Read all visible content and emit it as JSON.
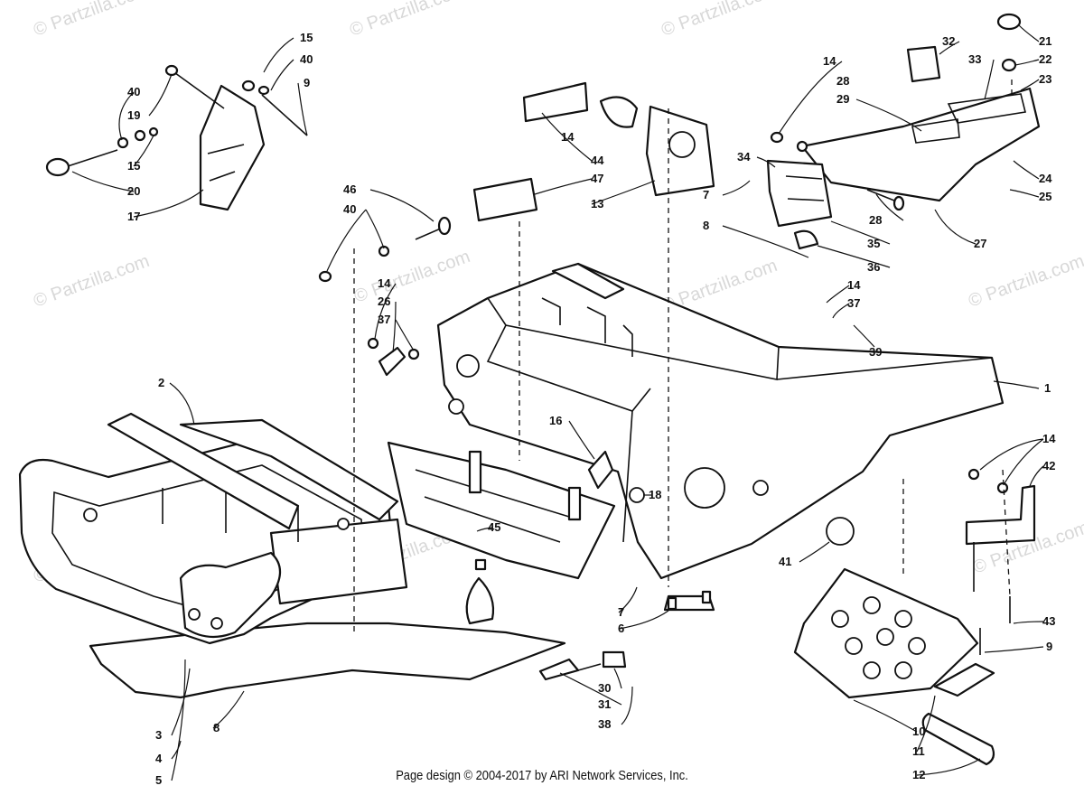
{
  "watermark": "© Partzilla.com",
  "footer": "Page design © 2004-2017 by ARI Network Services, Inc.",
  "callouts": [
    "15",
    "40",
    "9",
    "40",
    "19",
    "15",
    "20",
    "17",
    "46",
    "40",
    "14",
    "44",
    "47",
    "13",
    "32",
    "21",
    "22",
    "23",
    "33",
    "14",
    "28",
    "29",
    "34",
    "7",
    "8",
    "28",
    "35",
    "36",
    "24",
    "25",
    "27",
    "14",
    "37",
    "39",
    "14",
    "26",
    "37",
    "1",
    "2",
    "16",
    "18",
    "45",
    "41",
    "14",
    "42",
    "7",
    "6",
    "43",
    "9",
    "30",
    "31",
    "38",
    "3",
    "8",
    "4",
    "5",
    "10",
    "11",
    "12"
  ]
}
